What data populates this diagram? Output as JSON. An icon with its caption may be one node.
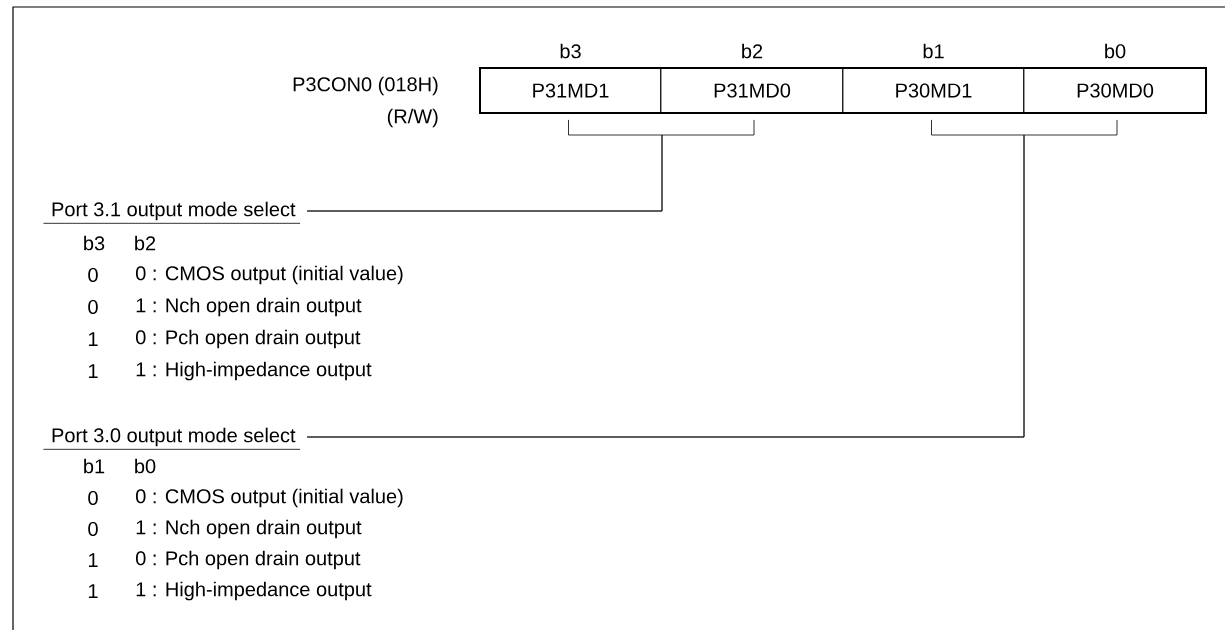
{
  "diagram": {
    "nodes": [
      {
        "text": [
          "P31MD1"
        ],
        "beside": [
          "b3"
        ]
      },
      {
        "text": [
          "P31MD0"
        ],
        "beside": [
          "b2"
        ]
      },
      {
        "text": [
          "P30MD1"
        ],
        "beside": [
          "b1"
        ]
      },
      {
        "text": [
          "P30MD0"
        ],
        "beside": [
          "b0"
        ]
      },
      {
        "text": [
          "Port 3.1 output mode select"
        ]
      },
      {
        "text": [
          "Port 3.0 output mode select"
        ]
      }
    ],
    "edges": [
      {
        "from": 0,
        "to": 4,
        "arrow": "none"
      },
      {
        "from": 1,
        "to": 4,
        "arrow": "none"
      },
      {
        "from": 2,
        "to": 5,
        "arrow": "none"
      },
      {
        "from": 3,
        "to": 5,
        "arrow": "none"
      }
    ],
    "labels": [
      "P3CON0 (018H)",
      "(R/W)",
      "b3",
      "b2",
      "0",
      "0 : CMOS output (initial value)",
      "0",
      "1 : Nch open drain output",
      "1",
      "0 : Pch open drain output",
      "1",
      "1 : High-impedance output",
      "b1",
      "b0",
      "0",
      "0 : CMOS output (initial value)",
      "0",
      "1 : Nch open drain output",
      "1",
      "0 : Pch open drain output",
      "1",
      "1 : High-impedance output"
    ]
  }
}
